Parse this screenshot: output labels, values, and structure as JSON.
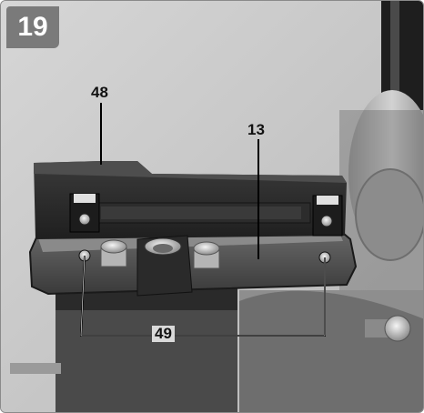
{
  "figure": {
    "number": "19",
    "callouts": {
      "c48": "48",
      "c13": "13",
      "c49": "49"
    }
  }
}
